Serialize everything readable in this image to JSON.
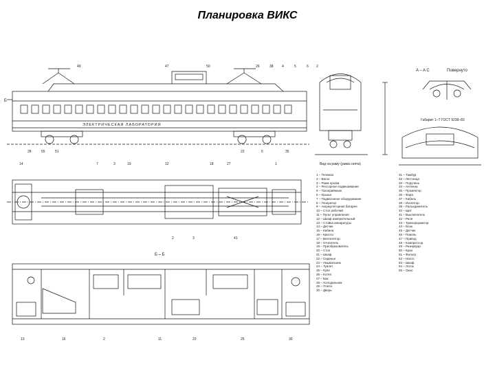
{
  "title": "Планировка ВИКС",
  "labels": {
    "view_a": "A – A  C",
    "rotated": "Повернуто",
    "section_bb": "Б – Б",
    "detail_note": "Габарит 1–Т ГОСТ 9238–83",
    "floor_view": "Вид на раму (рама снята)",
    "car_lettering": "ЭЛЕКТРИЧЕСКАЯ ЛАБОРАТОРИЯ",
    "side_marker": "Б"
  },
  "legend_col1": [
    "1 – Тележка",
    "2 – Вагон",
    "3 – Рама кузова",
    "4 – Рессорное подвешивание",
    "5 – Токоприёмник",
    "6 – Крыша",
    "7 – Подвагонное оборудование",
    "8 – Генератор",
    "9 – Аккумуляторная батарея",
    "10 – Стол рабочий",
    "11 – Пульт управления",
    "12 – Шкаф измерительный",
    "13 – Стойка аппаратуры",
    "14 – Датчик",
    "15 – Кабина",
    "16 – Кресло",
    "17 – Вентилятор",
    "18 – Отопитель",
    "19 – Преобразователь",
    "20 – Стол",
    "21 – Шкаф",
    "22 – Сиденье",
    "23 – Умывальник",
    "24 – Туалет",
    "25 – Купе",
    "26 – Котёл",
    "27 – Бак",
    "28 – Холодильник",
    "29 – Плита",
    "30 – Дверь"
  ],
  "legend_col2": [
    "31 – Тамбур",
    "32 – Лестница",
    "33 – Поручень",
    "34 – Антенна",
    "35 – Прожектор",
    "36 – Фара",
    "37 – Кабель",
    "38 – Изолятор",
    "39 – Разъединитель",
    "40 – Щит",
    "41 – Выключатель",
    "42 – Реле",
    "43 – Трансформатор",
    "44 – Блок",
    "45 – Датчик",
    "46 – Панель",
    "47 – Привод",
    "48 – Компрессор",
    "49 – Резервуар",
    "50 – Кран",
    "51 – Фильтр",
    "52 – Насос",
    "53 – Шкаф",
    "54 – Лоток",
    "55 – Окно"
  ],
  "callouts": [
    "49",
    "47",
    "50",
    "26",
    "38",
    "4",
    "5",
    "6",
    "2",
    "28",
    "55",
    "51",
    "22",
    "5",
    "35",
    "14",
    "7",
    "3",
    "19",
    "12",
    "18",
    "27",
    "1",
    "2",
    "3",
    "41",
    "13",
    "16",
    "2",
    "11",
    "23",
    "25",
    "30"
  ]
}
